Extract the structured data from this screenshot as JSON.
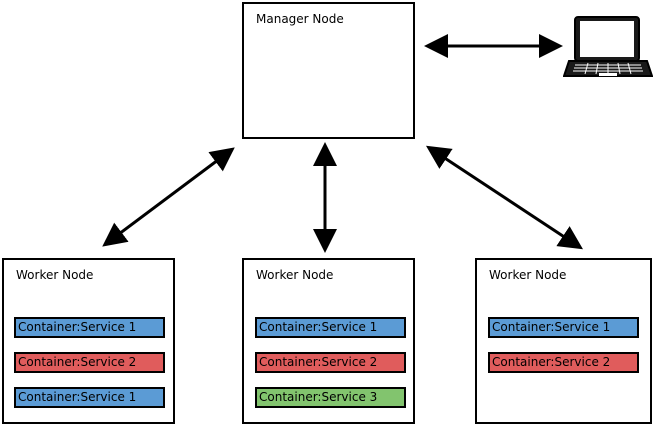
{
  "manager": {
    "title": "Manager Node"
  },
  "workers": [
    {
      "title": "Worker Node",
      "containers": [
        {
          "label": "Container:Service 1",
          "color": "#5b9bd5"
        },
        {
          "label": "Container:Service 2",
          "color": "#e05c5c"
        },
        {
          "label": "Container:Service 1",
          "color": "#5b9bd5"
        }
      ]
    },
    {
      "title": "Worker Node",
      "containers": [
        {
          "label": "Container:Service 1",
          "color": "#5b9bd5"
        },
        {
          "label": "Container:Service 2",
          "color": "#e05c5c"
        },
        {
          "label": "Container:Service 3",
          "color": "#82c46e"
        }
      ]
    },
    {
      "title": "Worker Node",
      "containers": [
        {
          "label": "Container:Service 1",
          "color": "#5b9bd5"
        },
        {
          "label": "Container:Service 2",
          "color": "#e05c5c"
        }
      ]
    }
  ],
  "client": {
    "icon": "laptop-icon"
  },
  "colors": {
    "service_1": "#5b9bd5",
    "service_2": "#e05c5c",
    "service_3": "#82c46e",
    "line": "#000000"
  }
}
